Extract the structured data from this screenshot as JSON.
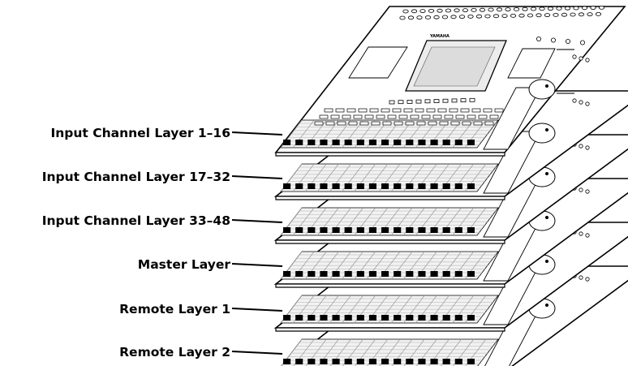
{
  "labels": [
    "Input Channel Layer 1–16",
    "Input Channel Layer 17–32",
    "Input Channel Layer 33–48",
    "Master Layer",
    "Remote Layer 1",
    "Remote Layer 2"
  ],
  "console_brand": "YAMAHA",
  "colors": {
    "ink": "#000000",
    "panel": "#ffffff",
    "grid": "#c8c8c8"
  }
}
